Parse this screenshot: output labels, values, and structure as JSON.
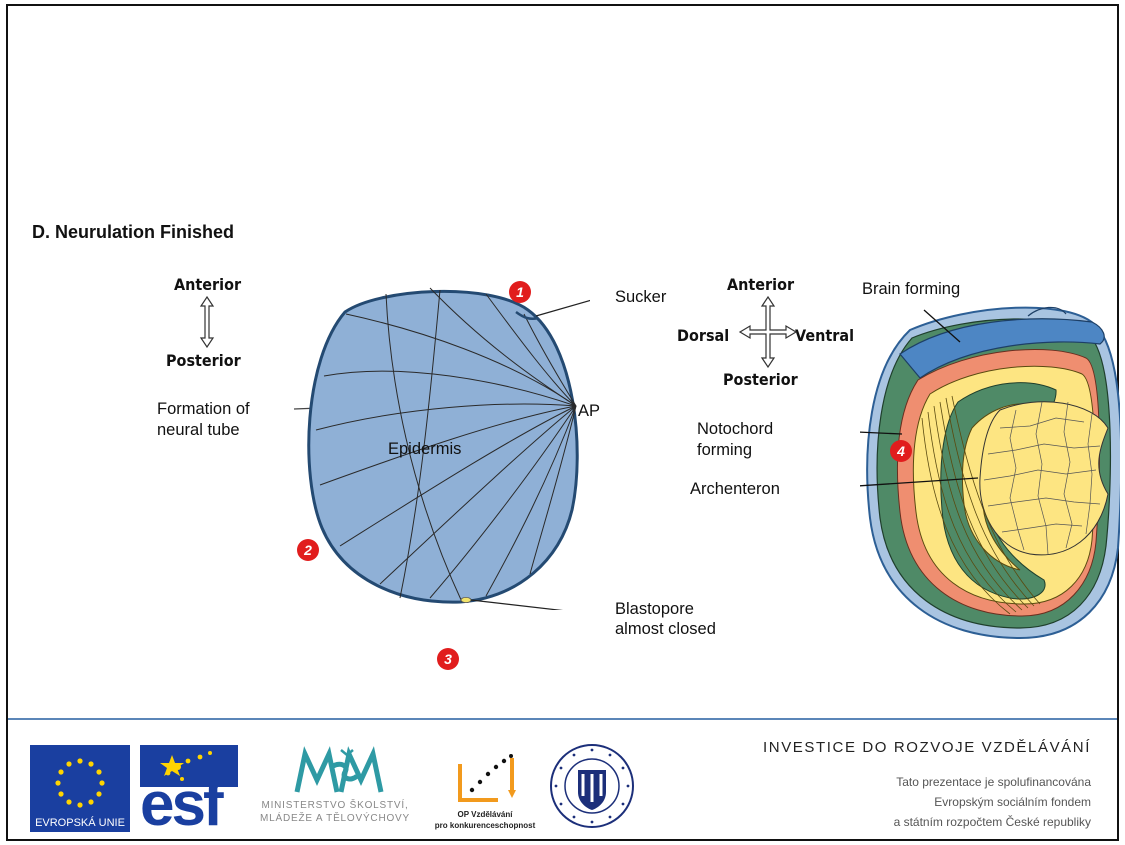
{
  "slide": {
    "title": "D. Neurulation Finished"
  },
  "left_figure": {
    "axis_top": "Anterior",
    "axis_bottom": "Posterior",
    "brace_label_1": "Formation of",
    "brace_label_2": "neural tube",
    "center_label": "Epidermis",
    "sucker": "Sucker",
    "ap": "AP",
    "blastopore_1": "Blastopore",
    "blastopore_2": "almost closed",
    "badges": [
      "1",
      "2",
      "3"
    ]
  },
  "right_figure": {
    "axis_top": "Anterior",
    "axis_left": "Dorsal",
    "axis_right": "Ventral",
    "axis_bottom": "Posterior",
    "brain": "Brain forming",
    "notochord_1": "Notochord",
    "notochord_2": "forming",
    "archenteron": "Archenteron",
    "badge": "4"
  },
  "footer": {
    "eu_label": "EVROPSKÁ UNIE",
    "esf_label": "esf",
    "msmt_1": "MINISTERSTVO ŠKOLSTVÍ,",
    "msmt_2": "MLÁDEŽE A TĚLOVÝCHOVY",
    "op_1": "OP Vzdělávání",
    "op_2": "pro konkurenceschopnost",
    "invest": "INVESTICE DO ROZVOJE VZDĚLÁVÁNÍ",
    "line1": "Tato prezentace je spolufinancována",
    "line2": "Evropským sociálním fondem",
    "line3": "a státním rozpočtem České republiky"
  },
  "colors": {
    "epidermis": "#8fb0d6",
    "badge": "#e11d1d",
    "green": "#4f8a67",
    "salmon": "#ef8e70",
    "yellow": "#fde582",
    "blue": "#4d86c4",
    "rule": "#5b86b8"
  }
}
